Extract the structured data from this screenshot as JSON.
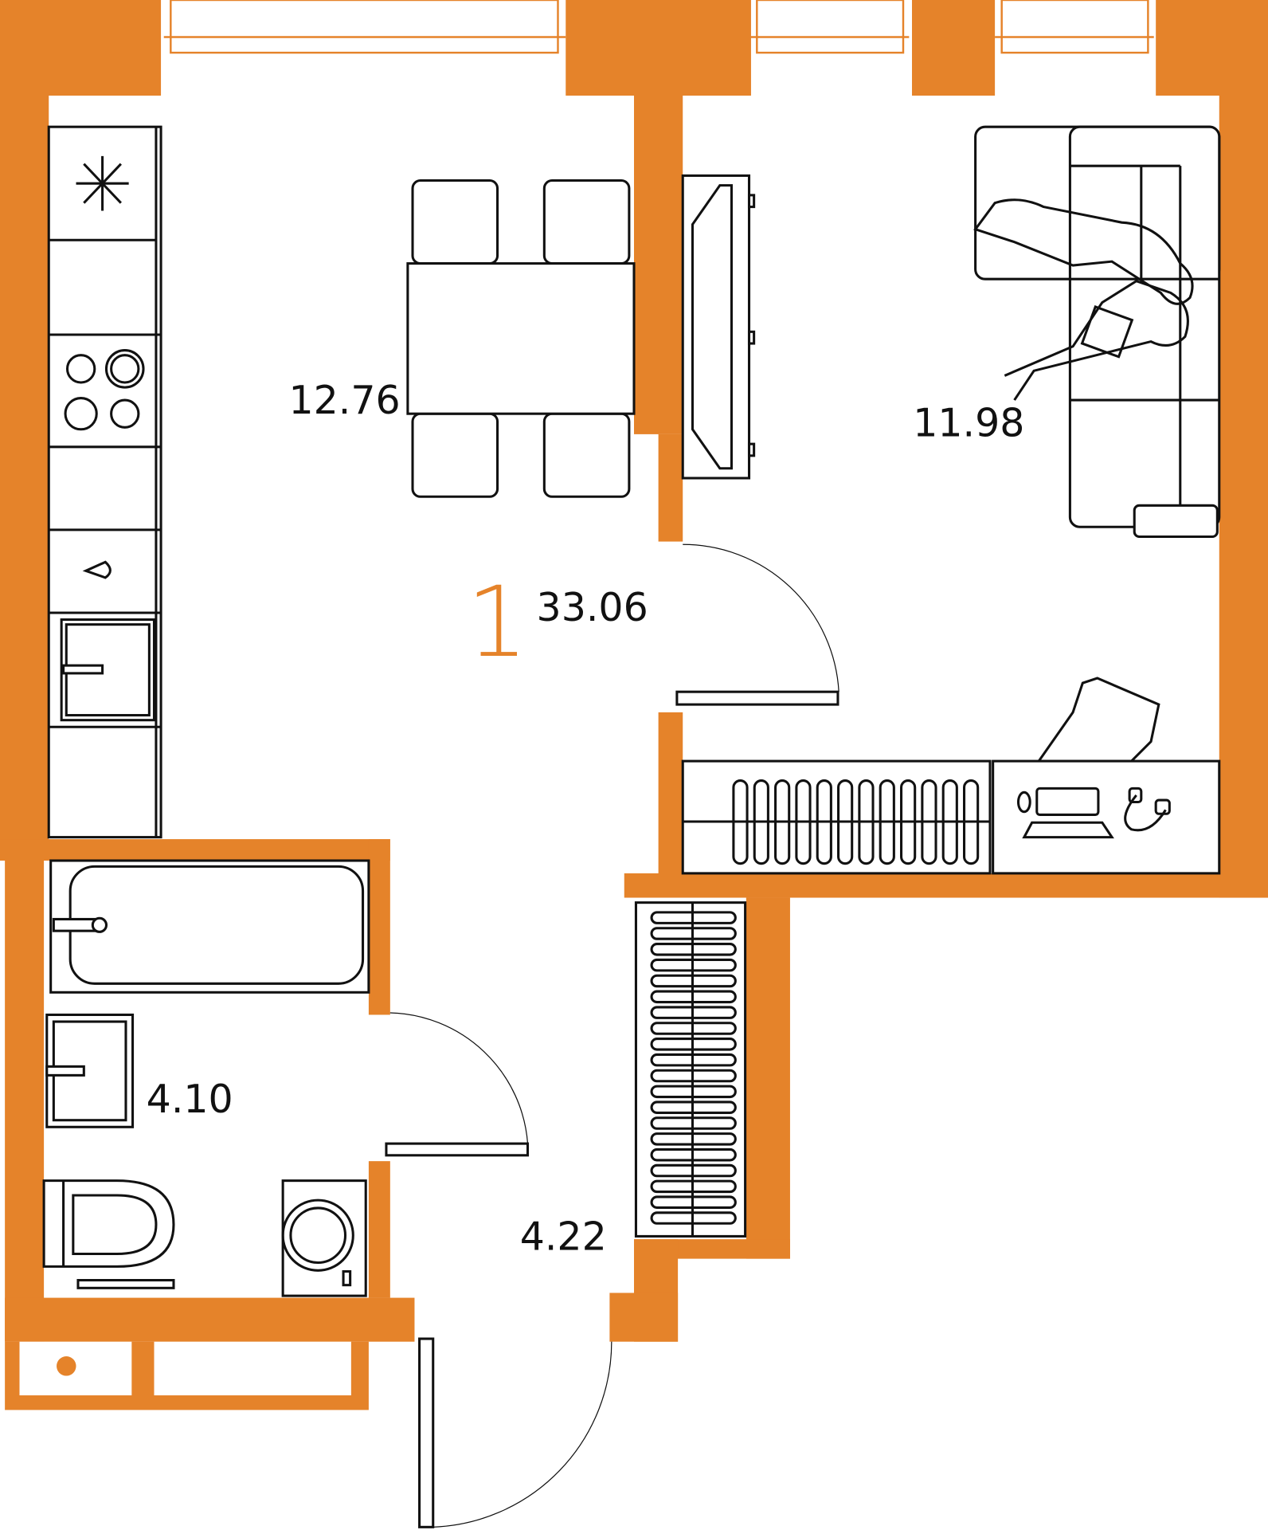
{
  "plan": {
    "room_count": "1",
    "total_area": "33.06",
    "areas": {
      "kitchen_living": "12.76",
      "bedroom": "11.98",
      "bathroom": "4.10",
      "hallway": "4.22"
    },
    "colors": {
      "walls": "#E5832A",
      "furniture": "#111111",
      "background": "#FFFFFF"
    }
  }
}
